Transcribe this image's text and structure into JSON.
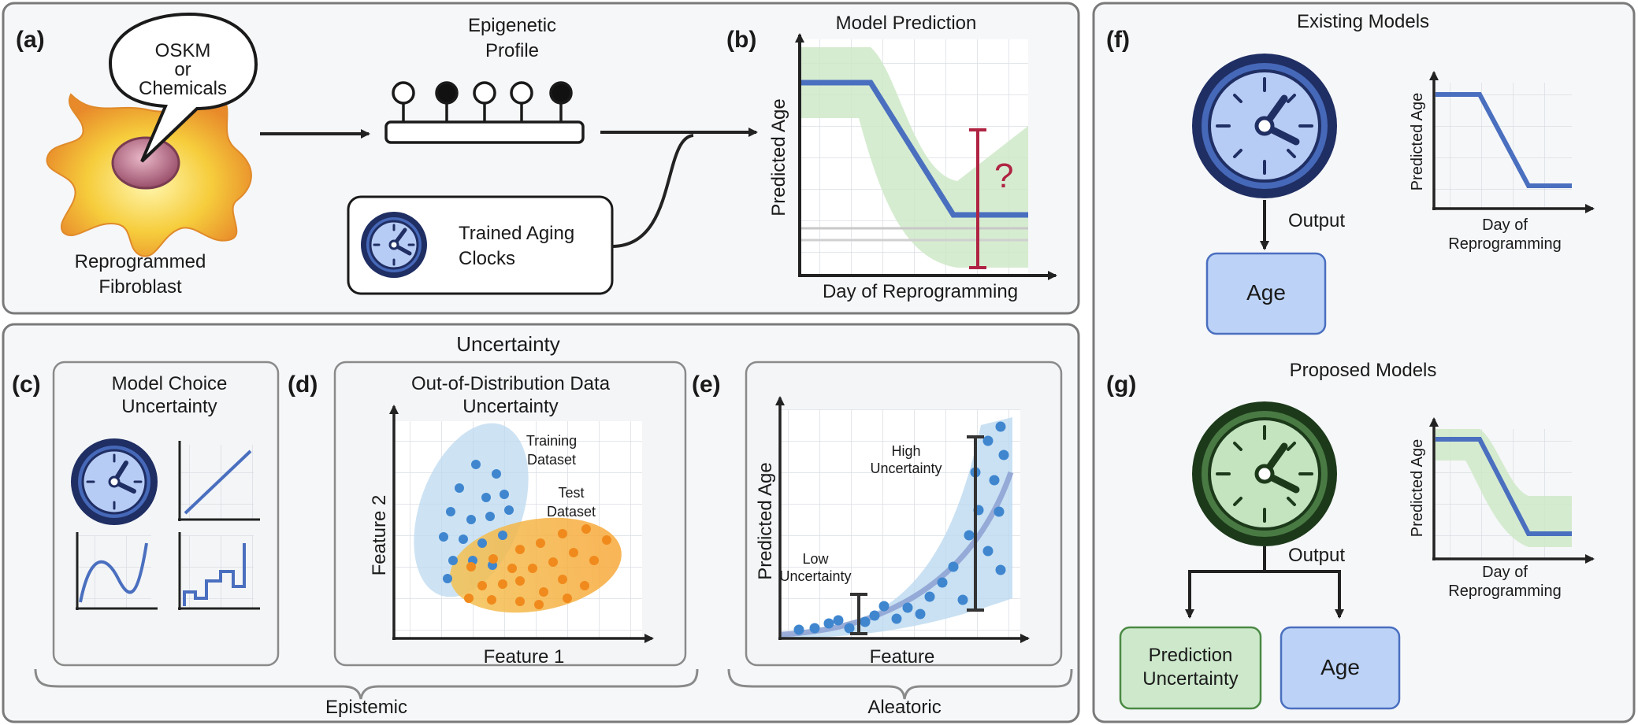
{
  "panel_a": {
    "label": "(a)",
    "bubble_lines": [
      "OSKM",
      "or",
      "Chemicals"
    ],
    "cell_lines": [
      "Reprogrammed",
      "Fibroblast"
    ],
    "profile_lines": [
      "Epigenetic",
      "Profile"
    ],
    "clock_lines": [
      "Trained Aging",
      "Clocks"
    ]
  },
  "panel_b": {
    "label": "(b)",
    "title": "Model Prediction",
    "ylabel": "Predicted Age",
    "xlabel": "Day of Reprogramming",
    "question": "?"
  },
  "uncertainty": {
    "title": "Uncertainty",
    "epistemic": "Epistemic",
    "aleatoric": "Aleatoric"
  },
  "panel_c": {
    "label": "(c)",
    "title_lines": [
      "Model Choice",
      "Uncertainty"
    ]
  },
  "panel_d": {
    "label": "(d)",
    "title_lines": [
      "Out-of-Distribution Data",
      "Uncertainty"
    ],
    "ylabel": "Feature 2",
    "xlabel": "Feature 1",
    "training_lines": [
      "Training",
      "Dataset"
    ],
    "test_lines": [
      "Test",
      "Dataset"
    ]
  },
  "panel_e": {
    "label": "(e)",
    "ylabel": "Predicted Age",
    "xlabel": "Feature",
    "high_lines": [
      "High",
      "Uncertainty"
    ],
    "low_lines": [
      "Low",
      "Uncertainty"
    ]
  },
  "panel_f": {
    "label": "(f)",
    "title": "Existing Models",
    "output": "Output",
    "box": "Age",
    "ylabel": "Predicted Age",
    "xlabel_lines": [
      "Day of",
      "Reprogramming"
    ]
  },
  "panel_g": {
    "label": "(g)",
    "title": "Proposed Models",
    "output": "Output",
    "box_left_lines": [
      "Prediction",
      "Uncertainty"
    ],
    "box_right": "Age",
    "ylabel": "Predicted Age",
    "xlabel_lines": [
      "Day of",
      "Reprogramming"
    ]
  },
  "colors": {
    "blue_line": "#4a6fbf",
    "green_band": "#cfe9c8",
    "dot_blue": "#3f86cf",
    "dot_orange": "#f08a1c",
    "crimson": "#b02443",
    "box_blue": "#bcd3f7",
    "box_green": "#cde8cb",
    "clock_blue": "#b7ccf5",
    "clock_green": "#c4e4c0"
  }
}
